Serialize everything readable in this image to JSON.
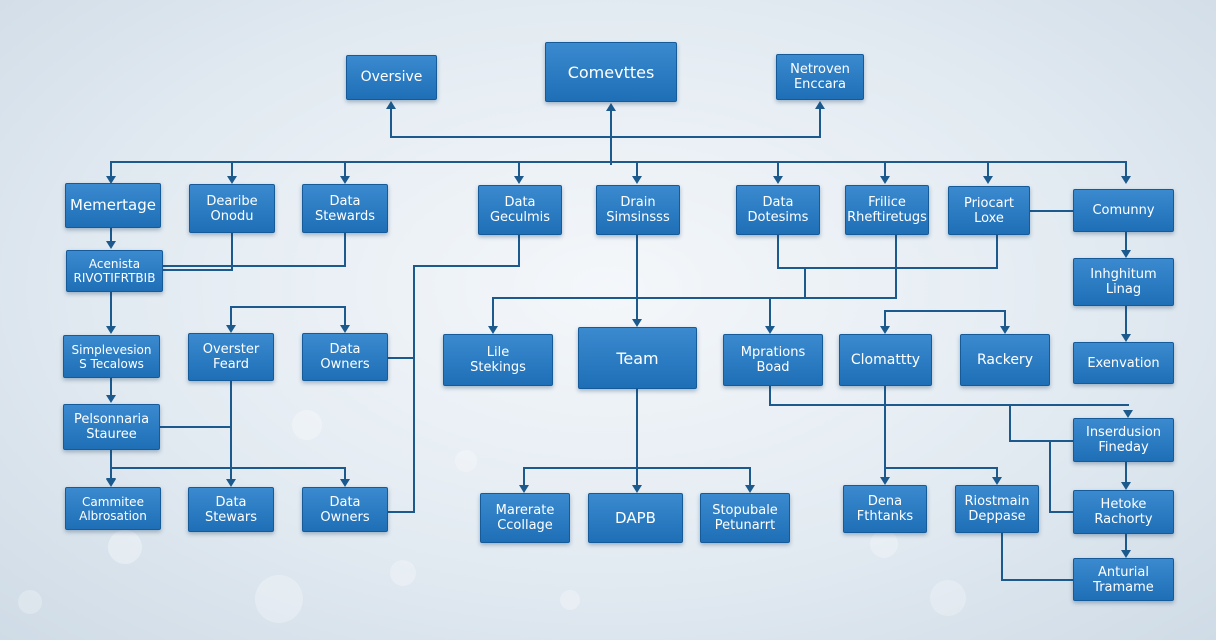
{
  "nodes": [
    {
      "id": "n-oversive",
      "label": "Oversive"
    },
    {
      "id": "n-comevttes",
      "label": "Comevttes"
    },
    {
      "id": "n-netroven",
      "label": "Netroven\nEnccara"
    },
    {
      "id": "n-memertage",
      "label": "Memertage"
    },
    {
      "id": "n-dearibe",
      "label": "Dearibe\nOnodu"
    },
    {
      "id": "n-data-stewards-1",
      "label": "Data\nStewards"
    },
    {
      "id": "n-data-geculmis",
      "label": "Data\nGeculmis"
    },
    {
      "id": "n-drain",
      "label": "Drain\nSimsinsss"
    },
    {
      "id": "n-data-dotesims",
      "label": "Data\nDotesims"
    },
    {
      "id": "n-frilice",
      "label": "Frilice\nRheftiretugs"
    },
    {
      "id": "n-priocart",
      "label": "Priocart\nLoxe"
    },
    {
      "id": "n-comunny",
      "label": "Comunny"
    },
    {
      "id": "n-acenista",
      "label": "Acenista\nRIVOTIFRTBIB"
    },
    {
      "id": "n-inhghitum",
      "label": "Inhghitum\nLinag"
    },
    {
      "id": "n-simplevesion",
      "label": "Simplevesion\nS Tecalows"
    },
    {
      "id": "n-overster",
      "label": "Overster\nFeard"
    },
    {
      "id": "n-data-owners-1",
      "label": "Data\nOwners"
    },
    {
      "id": "n-lile",
      "label": "Lile\nStekings"
    },
    {
      "id": "n-team",
      "label": "Team"
    },
    {
      "id": "n-mprations",
      "label": "Mprations\nBoad"
    },
    {
      "id": "n-clomattty",
      "label": "Clomattty"
    },
    {
      "id": "n-rackery",
      "label": "Rackery"
    },
    {
      "id": "n-exenvation",
      "label": "Exenvation"
    },
    {
      "id": "n-pelsonnaria",
      "label": "Pelsonnaria\nStauree"
    },
    {
      "id": "n-inserdusion",
      "label": "Inserdusion\nFineday"
    },
    {
      "id": "n-cammitee",
      "label": "Cammitee\nAlbrosation"
    },
    {
      "id": "n-data-stewars",
      "label": "Data\nStewars"
    },
    {
      "id": "n-data-owners-2",
      "label": "Data\nOwners"
    },
    {
      "id": "n-marerate",
      "label": "Marerate\nCcollage"
    },
    {
      "id": "n-dapb",
      "label": "DAPB"
    },
    {
      "id": "n-stopubale",
      "label": "Stopubale\nPetunarrt"
    },
    {
      "id": "n-dena",
      "label": "Dena\nFthtanks"
    },
    {
      "id": "n-riostmain",
      "label": "Riostmain\nDeppase"
    },
    {
      "id": "n-hetoke",
      "label": "Hetoke\nRachorty"
    },
    {
      "id": "n-anturial",
      "label": "Anturial\nTramame"
    }
  ]
}
